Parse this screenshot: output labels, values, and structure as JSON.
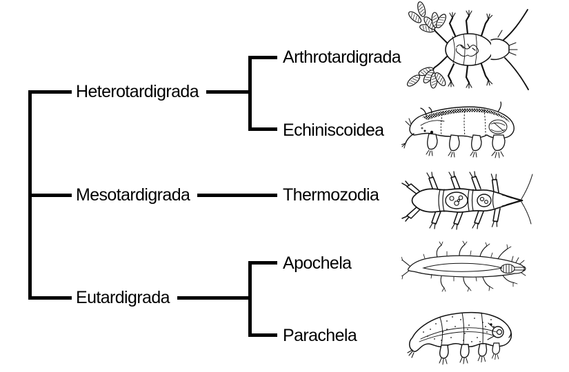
{
  "figure_type": "phylogenetic-tree-cladogram",
  "subject": "Tardigrada classes and orders",
  "colors": {
    "line": "#000000",
    "background": "#ffffff",
    "text": "#000000"
  },
  "tree": {
    "classes": [
      {
        "label": "Heterotardigrada",
        "children": [
          {
            "label": "Arthrotardigrada",
            "illustration": "marine-tardigrade-with-leaf-like-appendages-and-long-cirri"
          },
          {
            "label": "Echiniscoidea",
            "illustration": "armored-echiniscus-like-tardigrade-side-view"
          }
        ]
      },
      {
        "label": "Mesotardigrada",
        "children": [
          {
            "label": "Thermozodia",
            "illustration": "segmented-thermozodium-tardigrade-dorsal-view"
          }
        ]
      },
      {
        "label": "Eutardigrada",
        "children": [
          {
            "label": "Apochela",
            "illustration": "slender-milnesium-like-tardigrade-dorsal-view"
          },
          {
            "label": "Parachela",
            "illustration": "plump-macrobiotus-like-tardigrade-side-view"
          }
        ]
      }
    ]
  }
}
